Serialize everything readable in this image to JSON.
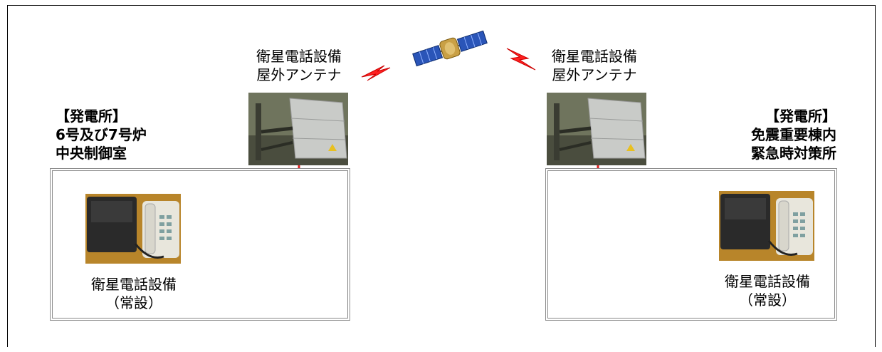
{
  "left_site": {
    "title": [
      "【発電所】",
      "6号及び7号炉",
      "中央制御室"
    ],
    "antenna_label": [
      "衛星電話設備",
      "屋外アンテナ"
    ],
    "phone_label": [
      "衛星電話設備",
      "（常設）"
    ]
  },
  "right_site": {
    "title": [
      "【発電所】",
      "免震重要棟内",
      "緊急時対策所"
    ],
    "antenna_label": [
      "衛星電話設備",
      "屋外アンテナ"
    ],
    "phone_label": [
      "衛星電話設備",
      "（常設）"
    ]
  },
  "colors": {
    "connection_line": "#e02020",
    "signal_bolt": "#ff2020",
    "box_border": "#8a8a8a"
  },
  "icons": {
    "satellite": "satellite-icon",
    "signal_left": "signal-bolt-icon",
    "signal_right": "signal-bolt-icon"
  }
}
